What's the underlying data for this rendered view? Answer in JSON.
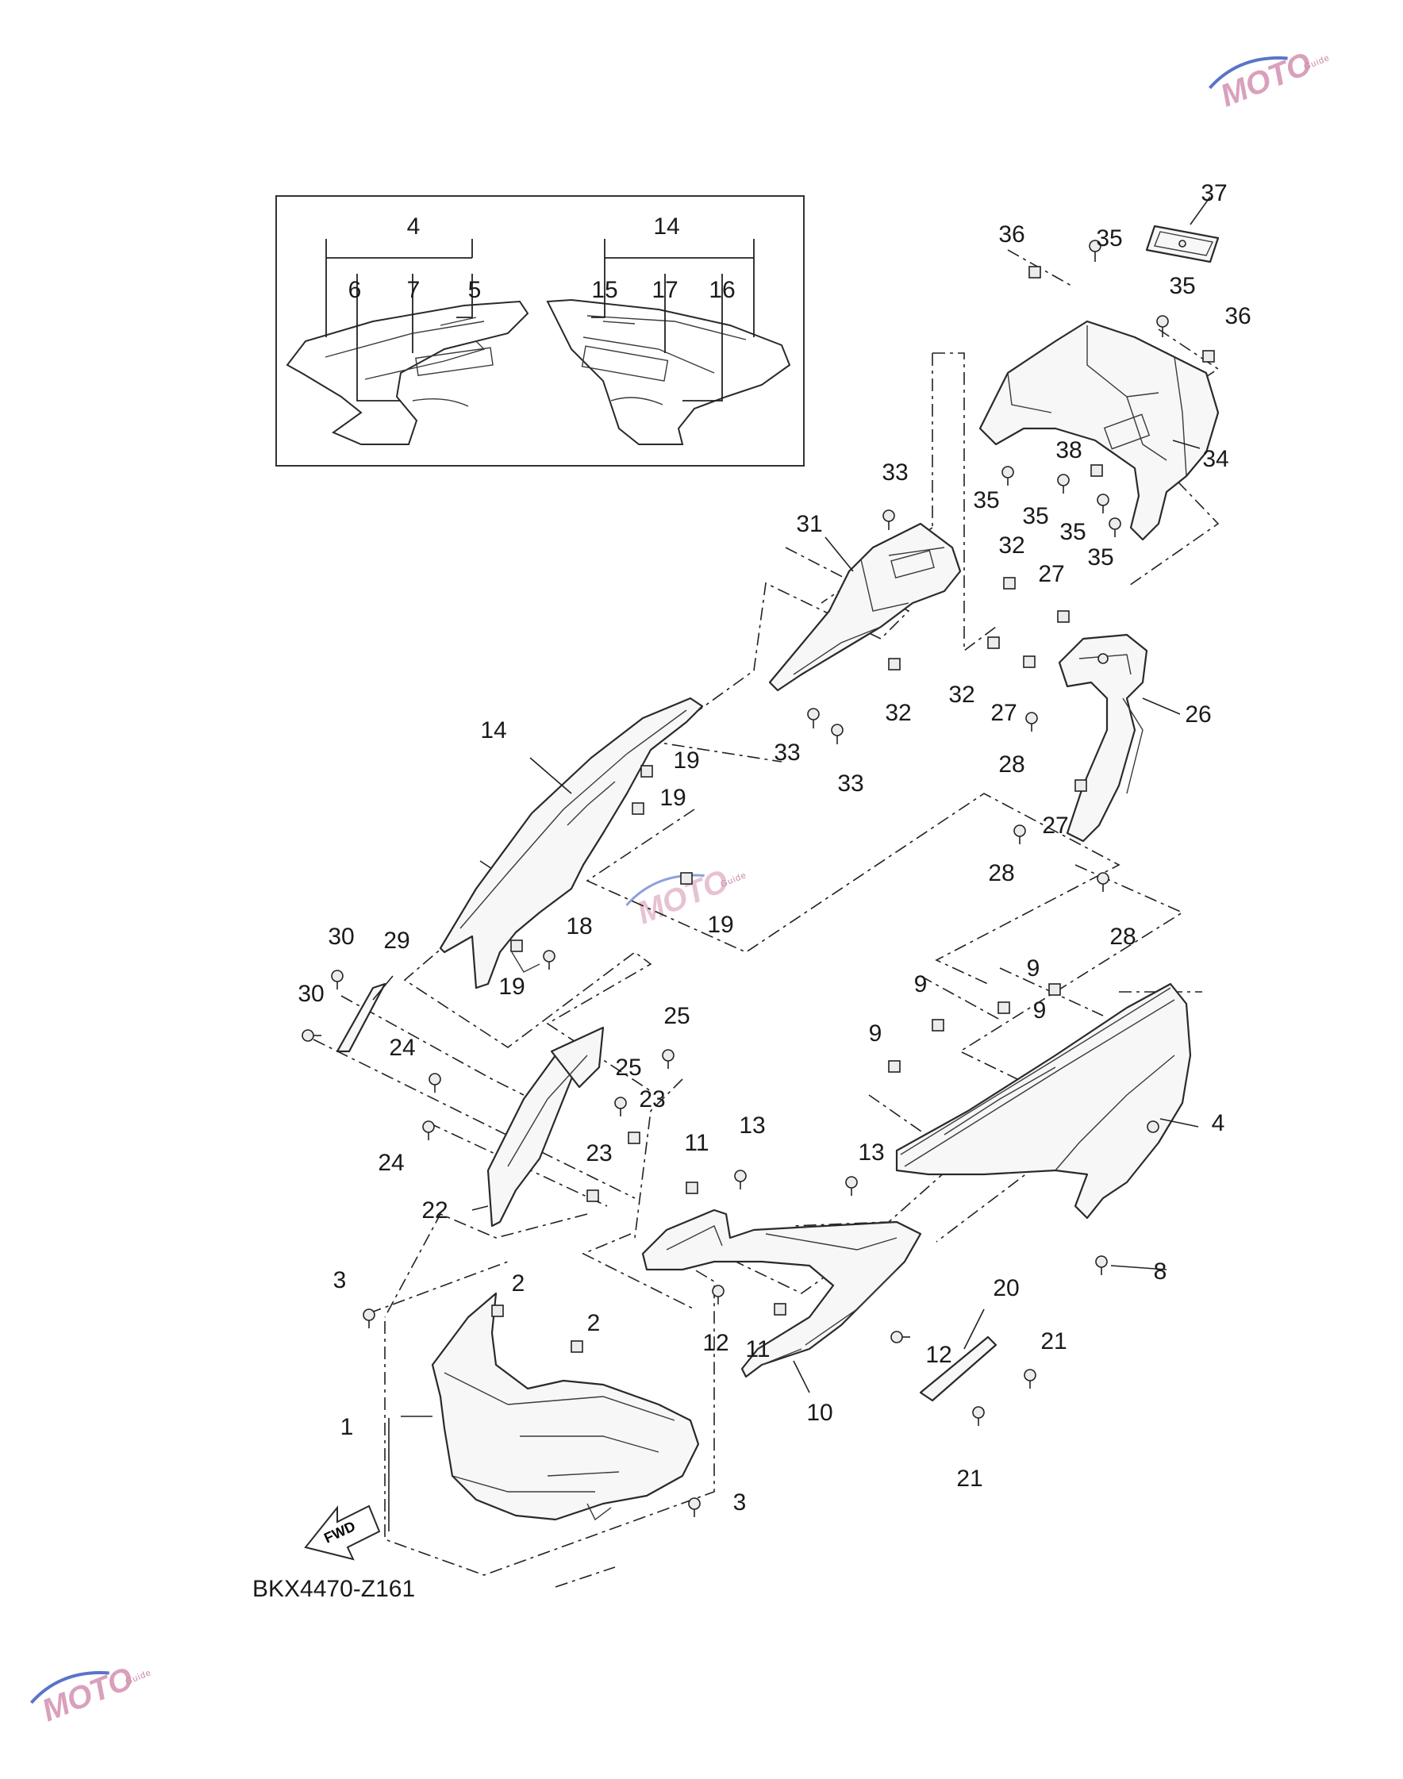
{
  "diagram_code": "BKX4470-Z161",
  "fwd_label": "FWD",
  "watermark": {
    "text": "MOTO",
    "sub": "Guide"
  },
  "inset": {
    "left_group": "4",
    "left_items": [
      "6",
      "7",
      "5"
    ],
    "right_group": "14",
    "right_items": [
      "15",
      "17",
      "16"
    ]
  },
  "callouts": {
    "c1": "1",
    "c2a": "2",
    "c2b": "2",
    "c3a": "3",
    "c3b": "3",
    "c4": "4",
    "c8": "8",
    "c9a": "9",
    "c9b": "9",
    "c9c": "9",
    "c9d": "9",
    "c10": "10",
    "c11a": "11",
    "c11b": "11",
    "c12a": "12",
    "c12b": "12",
    "c13a": "13",
    "c13b": "13",
    "c14": "14",
    "c18": "18",
    "c19a": "19",
    "c19b": "19",
    "c19c": "19",
    "c19d": "19",
    "c20": "20",
    "c21a": "21",
    "c21b": "21",
    "c22": "22",
    "c23a": "23",
    "c23b": "23",
    "c24a": "24",
    "c24b": "24",
    "c25a": "25",
    "c25b": "25",
    "c26": "26",
    "c27a": "27",
    "c27b": "27",
    "c27c": "27",
    "c28a": "28",
    "c28b": "28",
    "c28c": "28",
    "c29": "29",
    "c30a": "30",
    "c30b": "30",
    "c31": "31",
    "c32a": "32",
    "c32b": "32",
    "c32c": "32",
    "c33a": "33",
    "c33b": "33",
    "c33c": "33",
    "c34": "34",
    "c35a": "35",
    "c35b": "35",
    "c35c": "35",
    "c35d": "35",
    "c35e": "35",
    "c35f": "35",
    "c36a": "36",
    "c36b": "36",
    "c37": "37",
    "c38": "38"
  }
}
